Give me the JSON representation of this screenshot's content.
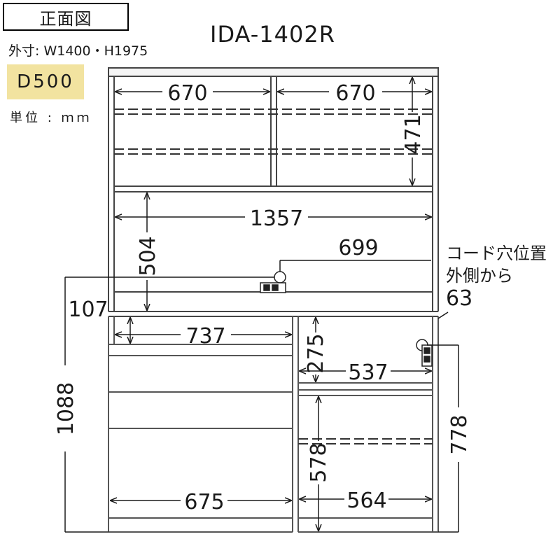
{
  "header": {
    "title": "正面図",
    "model": "IDA-1402R",
    "outer_size": "外寸: W1400・H1975",
    "depth": "D500",
    "unit": "単位 : ｍｍ"
  },
  "dimensions": {
    "upper_left_width": "670",
    "upper_right_width": "670",
    "upper_shelf_height": "471",
    "middle_width": "1357",
    "middle_height": "504",
    "cord_hole_height": "699",
    "counter_height": "1088",
    "cord_hole_note_line1": "コード穴位置",
    "cord_hole_note_line2": "外側から",
    "cord_hole_offset": "63",
    "drawer_gap": "107",
    "left_top_width": "737",
    "right_top_height": "275",
    "right_top_width": "537",
    "right_total_height": "778",
    "right_lower_height": "578",
    "left_bottom_width": "675",
    "right_bottom_width": "564"
  },
  "colors": {
    "line": "#1a1a1a",
    "frame": "#555555",
    "depth_badge": "#f2e3a0"
  }
}
